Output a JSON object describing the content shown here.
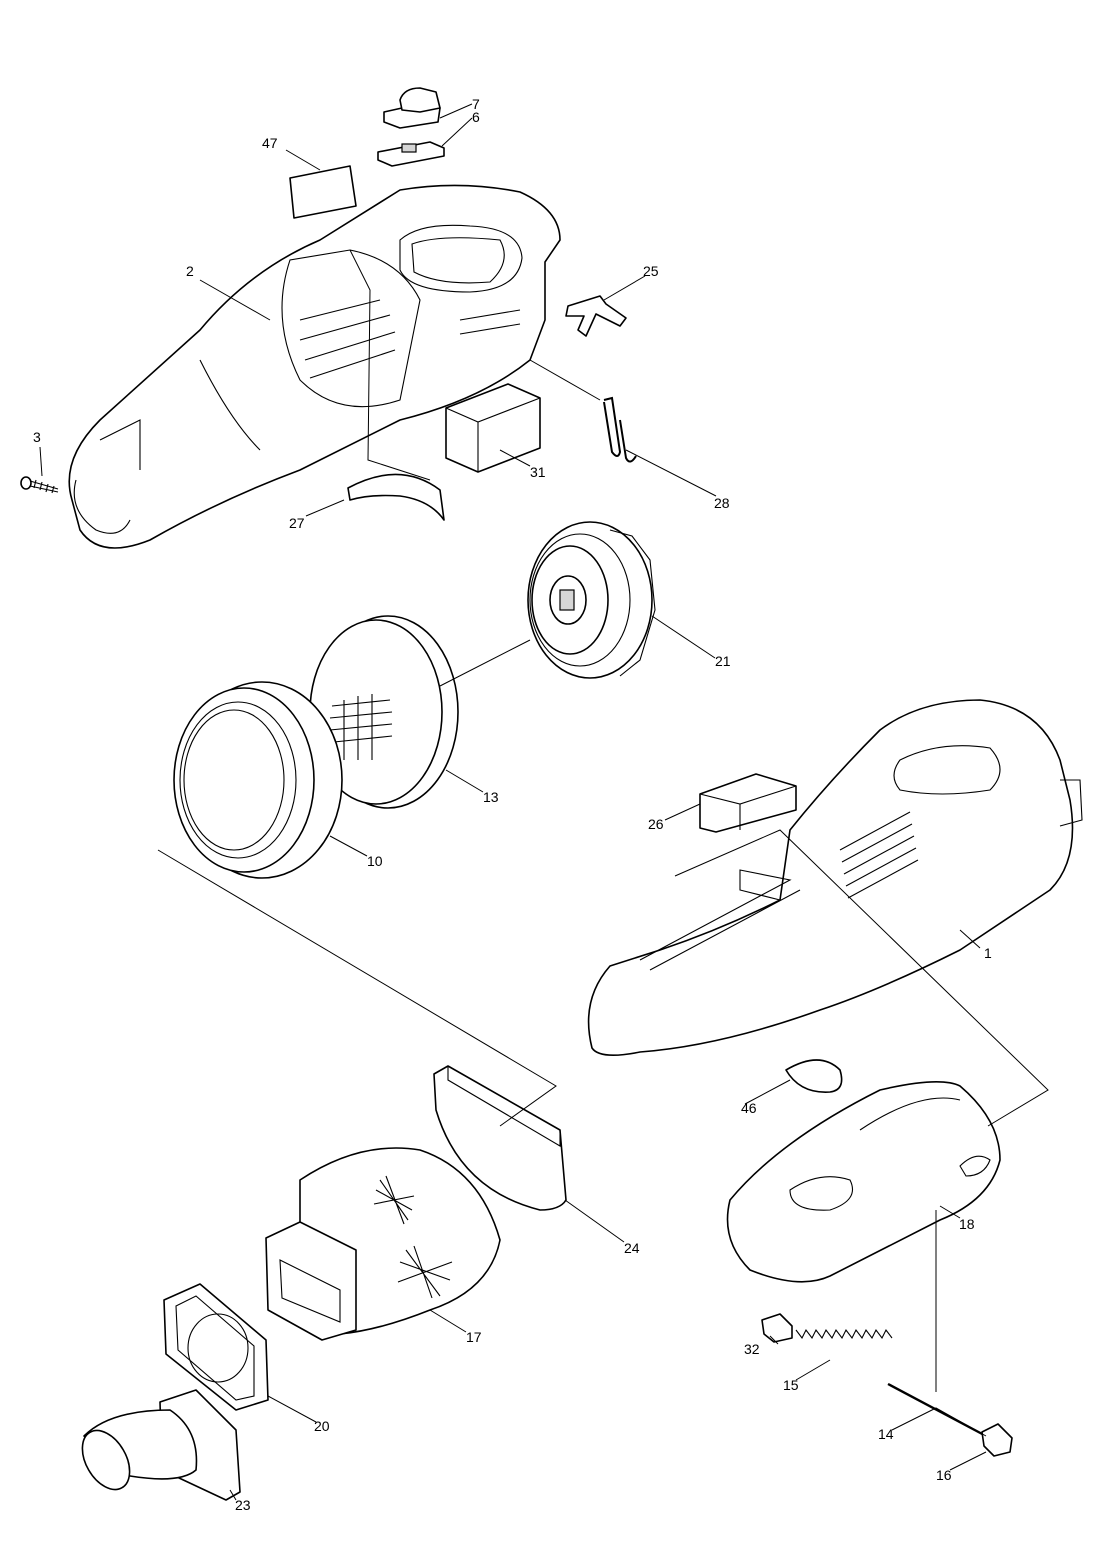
{
  "diagram": {
    "type": "exploded parts view",
    "callouts": {
      "p7": "7",
      "p6": "6",
      "p47": "47",
      "p2": "2",
      "p25": "25",
      "p3": "3",
      "p31": "31",
      "p28": "28",
      "p27": "27",
      "p21": "21",
      "p13": "13",
      "p26": "26",
      "p10": "10",
      "p1": "1",
      "p46": "46",
      "p18": "18",
      "p24": "24",
      "p17": "17",
      "p32": "32",
      "p15": "15",
      "p20": "20",
      "p14": "14",
      "p16": "16",
      "p23": "23"
    }
  }
}
